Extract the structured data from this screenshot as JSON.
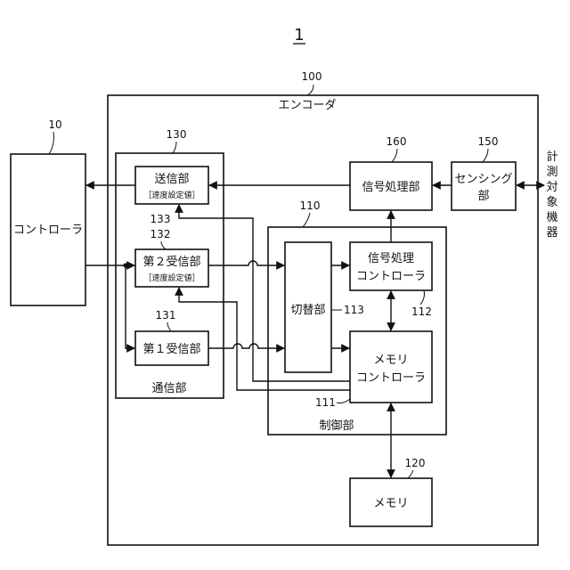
{
  "figure": {
    "number": "1"
  },
  "blocks": {
    "controller": {
      "label": "コントローラ",
      "ref": "10"
    },
    "encoder": {
      "label": "エンコーダ",
      "ref": "100"
    },
    "comm_unit": {
      "label": "通信部",
      "ref": "130"
    },
    "transmitter": {
      "label": "送信部",
      "sub": "［速度設定値］",
      "ref": "133"
    },
    "receiver2": {
      "label": "第２受信部",
      "sub": "［速度設定値］",
      "ref": "132"
    },
    "receiver1": {
      "label": "第１受信部",
      "ref": "131"
    },
    "control_unit": {
      "label": "制御部",
      "ref": "110"
    },
    "switch_unit": {
      "label": "切替部",
      "ref": "113"
    },
    "sig_proc_controller": {
      "line1": "信号処理",
      "line2": "コントローラ",
      "ref": "112"
    },
    "memory_controller": {
      "line1": "メモリ",
      "line2": "コントローラ",
      "ref": "111"
    },
    "memory": {
      "label": "メモリ",
      "ref": "120"
    },
    "signal_processing": {
      "label": "信号処理部",
      "ref": "160"
    },
    "sensing": {
      "line1": "センシング",
      "line2": "部",
      "ref": "150"
    },
    "measured_device": {
      "chars": [
        "計",
        "測",
        "対",
        "象",
        "機",
        "器"
      ]
    }
  }
}
